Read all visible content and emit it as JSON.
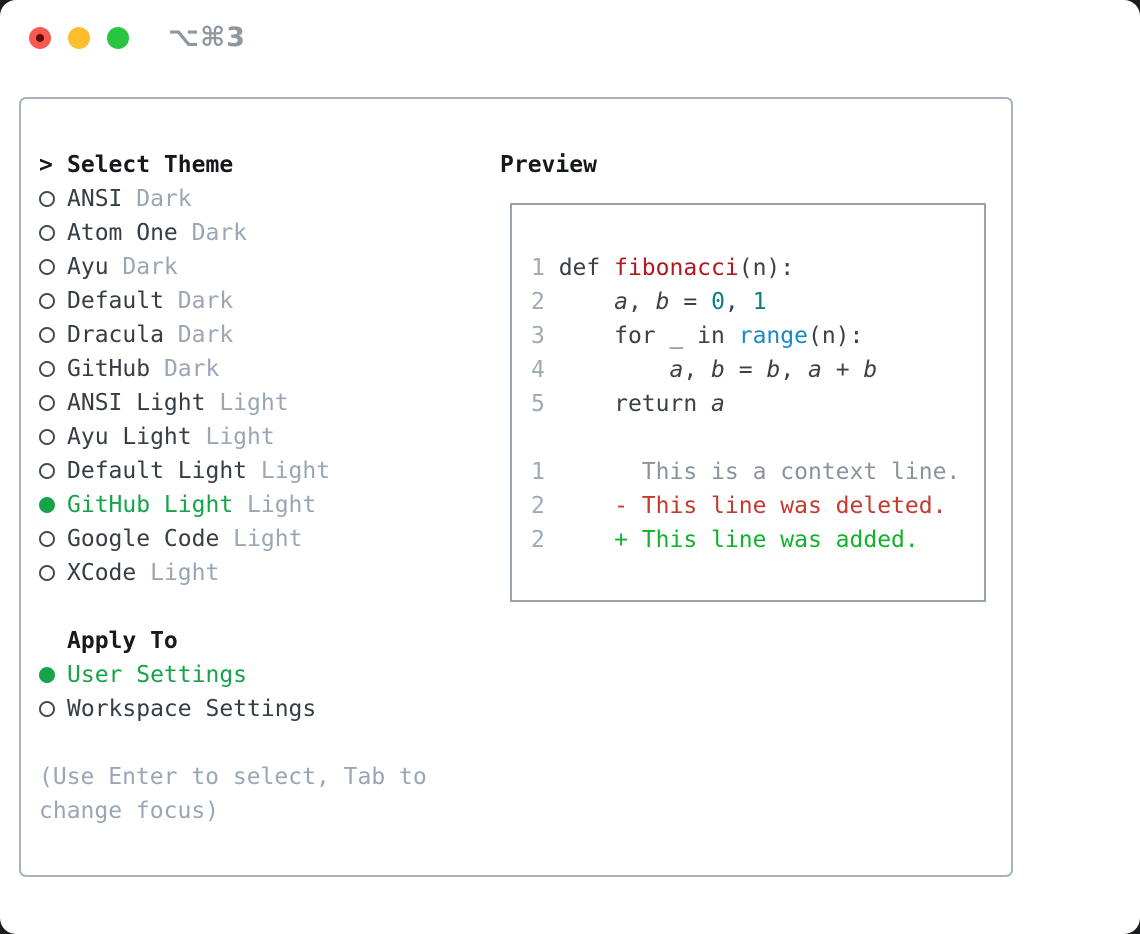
{
  "window": {
    "title": "⌥⌘3"
  },
  "colors": {
    "selection_green": "#16a34a",
    "added_green": "#12b32a",
    "deleted_red": "#c43a2f",
    "function_red": "#af1a1f",
    "builtin_blue": "#1d88c7",
    "number_teal": "#0e7d80",
    "muted_gray": "#9aa6b4",
    "text_dark": "#363d45",
    "traffic_red": "#f75a52",
    "traffic_yellow": "#fcbd2e",
    "traffic_green": "#29c440"
  },
  "theme_list": {
    "prompt": ">",
    "header": "Select Theme",
    "items": [
      {
        "name": "ANSI",
        "variant": "Dark",
        "selected": false
      },
      {
        "name": "Atom One",
        "variant": "Dark",
        "selected": false
      },
      {
        "name": "Ayu",
        "variant": "Dark",
        "selected": false
      },
      {
        "name": "Default",
        "variant": "Dark",
        "selected": false
      },
      {
        "name": "Dracula",
        "variant": "Dark",
        "selected": false
      },
      {
        "name": "GitHub",
        "variant": "Dark",
        "selected": false
      },
      {
        "name": "ANSI Light",
        "variant": "Light",
        "selected": false
      },
      {
        "name": "Ayu Light",
        "variant": "Light",
        "selected": false
      },
      {
        "name": "Default Light",
        "variant": "Light",
        "selected": false
      },
      {
        "name": "GitHub Light",
        "variant": "Light",
        "selected": true
      },
      {
        "name": "Google Code",
        "variant": "Light",
        "selected": false
      },
      {
        "name": "XCode",
        "variant": "Light",
        "selected": false
      }
    ]
  },
  "apply_to": {
    "header": "Apply To",
    "options": [
      {
        "label": "User Settings",
        "selected": true
      },
      {
        "label": "Workspace Settings",
        "selected": false
      }
    ]
  },
  "help": {
    "line1": "(Use Enter to select, Tab to",
    "line2": "change focus)"
  },
  "preview": {
    "header": "Preview",
    "code_lines": [
      {
        "num": "1",
        "tokens": [
          {
            "t": "def ",
            "c": "code"
          },
          {
            "t": "fibonacci",
            "c": "func"
          },
          {
            "t": "(n):",
            "c": "code"
          }
        ]
      },
      {
        "num": "2",
        "tokens": [
          {
            "t": "    ",
            "c": "code"
          },
          {
            "t": "a",
            "c": "var"
          },
          {
            "t": ", ",
            "c": "code"
          },
          {
            "t": "b",
            "c": "var"
          },
          {
            "t": " = ",
            "c": "code"
          },
          {
            "t": "0",
            "c": "num"
          },
          {
            "t": ", ",
            "c": "code"
          },
          {
            "t": "1",
            "c": "num"
          }
        ]
      },
      {
        "num": "3",
        "tokens": [
          {
            "t": "    for _ in ",
            "c": "code"
          },
          {
            "t": "range",
            "c": "builtin"
          },
          {
            "t": "(n):",
            "c": "code"
          }
        ]
      },
      {
        "num": "4",
        "tokens": [
          {
            "t": "        ",
            "c": "code"
          },
          {
            "t": "a",
            "c": "var"
          },
          {
            "t": ", ",
            "c": "code"
          },
          {
            "t": "b",
            "c": "var"
          },
          {
            "t": " = ",
            "c": "code"
          },
          {
            "t": "b",
            "c": "var"
          },
          {
            "t": ", ",
            "c": "code"
          },
          {
            "t": "a",
            "c": "var"
          },
          {
            "t": " + ",
            "c": "code"
          },
          {
            "t": "b",
            "c": "var"
          }
        ]
      },
      {
        "num": "5",
        "tokens": [
          {
            "t": "    return ",
            "c": "code"
          },
          {
            "t": "a",
            "c": "var"
          }
        ]
      }
    ],
    "diff_lines": [
      {
        "num": "1",
        "tokens": [
          {
            "t": "      This is a context line.",
            "c": "context"
          }
        ]
      },
      {
        "num": "2",
        "tokens": [
          {
            "t": "    - This line was deleted.",
            "c": "deleted"
          }
        ]
      },
      {
        "num": "2",
        "tokens": [
          {
            "t": "    + This line was added.",
            "c": "added"
          }
        ]
      }
    ]
  }
}
